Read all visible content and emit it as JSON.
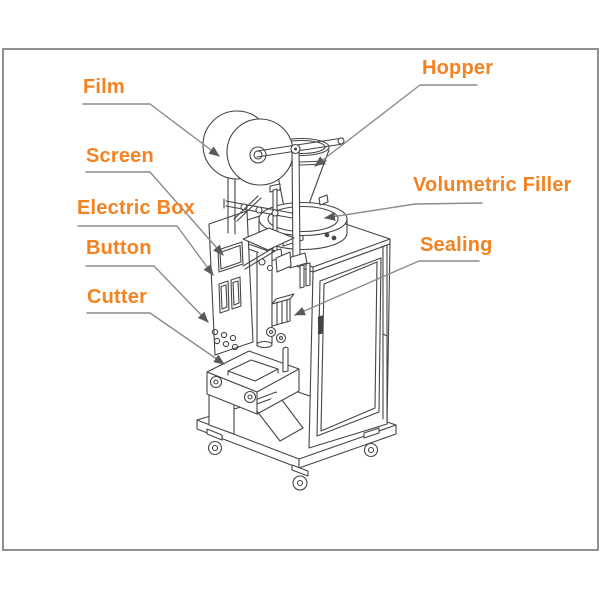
{
  "diagram": {
    "labels": [
      {
        "id": "film",
        "text": "Film"
      },
      {
        "id": "screen",
        "text": "Screen"
      },
      {
        "id": "electric-box",
        "text": "Electric Box"
      },
      {
        "id": "button",
        "text": "Button"
      },
      {
        "id": "cutter",
        "text": "Cutter"
      },
      {
        "id": "hopper",
        "text": "Hopper"
      },
      {
        "id": "volumetric-filler",
        "text": "Volumetric Filler"
      },
      {
        "id": "sealing",
        "text": "Sealing"
      }
    ],
    "colors": {
      "label_text": "#f58220",
      "leader_line": "#8c8c8c",
      "arrowhead": "#5a5a5a",
      "drawing_line": "#454545",
      "frame_border": "#8f8f8f",
      "background": "#ffffff"
    }
  }
}
